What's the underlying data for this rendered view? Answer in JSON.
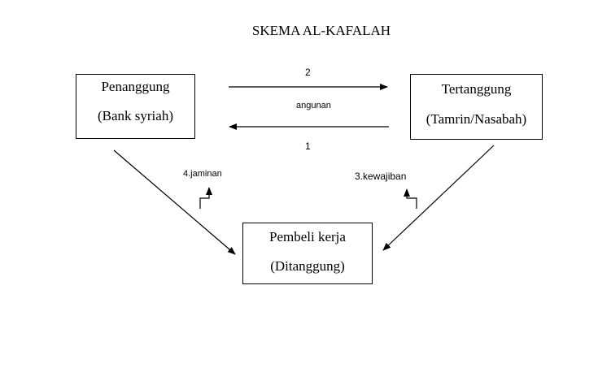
{
  "title": "SKEMA AL-KAFALAH",
  "boxes": {
    "penanggung": {
      "line1": "Penanggung",
      "line2": "(Bank syriah)"
    },
    "tertanggung": {
      "line1": "Tertanggung",
      "line2": "(Tamrin/Nasabah)"
    },
    "pembeli": {
      "line1": "Pembeli kerja",
      "line2": "(Ditanggung)"
    }
  },
  "labels": {
    "step2": "2",
    "angunan": "angunan",
    "step1": "1",
    "jaminan": "4.jaminan",
    "kewajiban": "3.kewajiban"
  }
}
